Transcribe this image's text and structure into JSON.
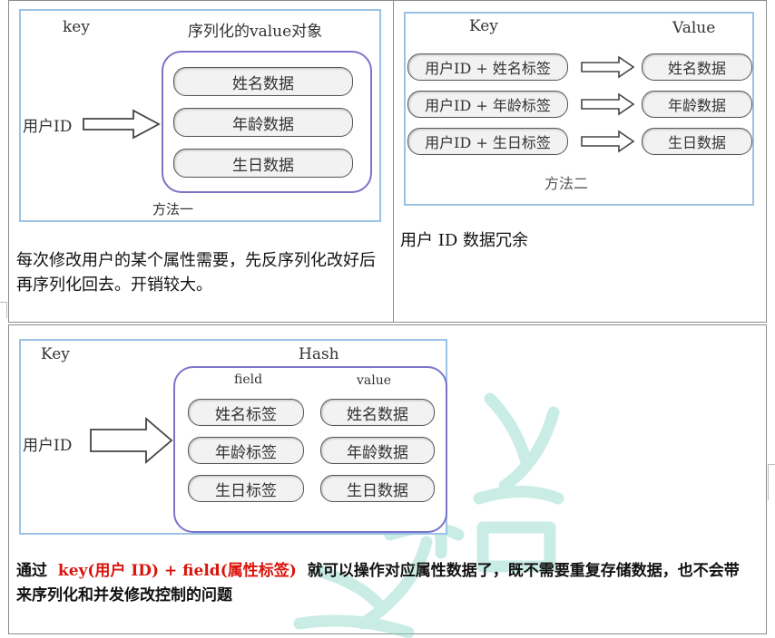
{
  "top_left": {
    "key_label": "key",
    "value_label": "序列化的value对象",
    "left_label": "用户ID",
    "pills": [
      "姓名数据",
      "年龄数据",
      "生日数据"
    ],
    "method_label": "方法一",
    "description": "每次修改用户的某个属性需要，先反序列化改好后再序列化回去。开销较大。"
  },
  "top_right": {
    "key_label": "Key",
    "value_label": "Value",
    "rows": [
      {
        "key": "用户ID + 姓名标签",
        "value": "姓名数据"
      },
      {
        "key": "用户ID + 年龄标签",
        "value": "年龄数据"
      },
      {
        "key": "用户ID + 生日标签",
        "value": "生日数据"
      }
    ],
    "method_label": "方法二",
    "description": "用户 ID 数据冗余"
  },
  "bottom": {
    "key_label": "Key",
    "hash_label": "Hash",
    "field_label": "field",
    "value_col_label": "value",
    "left_label": "用户ID",
    "fields": [
      "姓名标签",
      "年龄标签",
      "生日标签"
    ],
    "values": [
      "姓名数据",
      "年龄数据",
      "生日数据"
    ],
    "description_prefix": "通过",
    "description_highlight": "key(用户 ID) + field(属性标签)",
    "description_suffix": "就可以操作对应属性数据了，既不需要重复存储数据，也不会带来序列化和并发修改控制的问题"
  },
  "colors": {
    "panel_border": "#9cc3e6",
    "rounded_border": "#7b74c9",
    "highlight": "#d9140b",
    "watermark": "#7fd3c2"
  }
}
